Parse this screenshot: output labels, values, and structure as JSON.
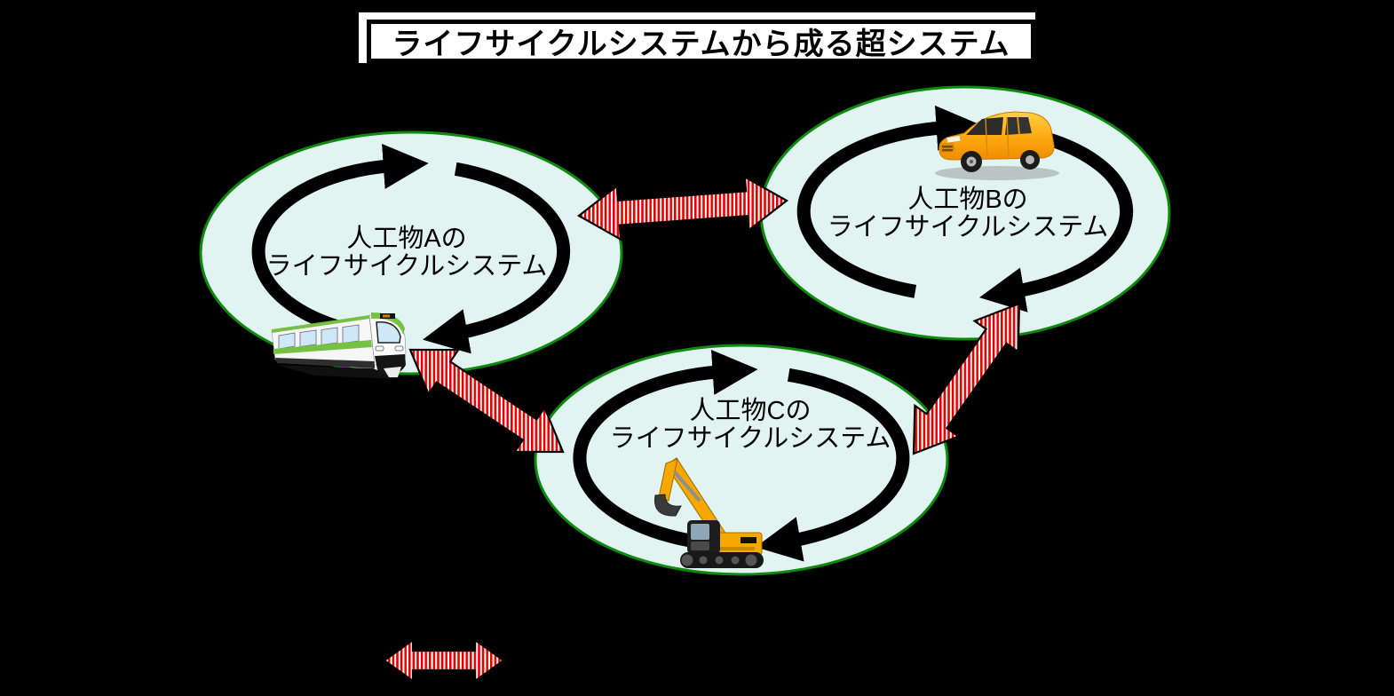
{
  "title": "ライフサイクルシステムから成る超システム",
  "systems": [
    {
      "id": "A",
      "label_line1": "人工物Aの",
      "label_line2": "ライフサイクルシステム",
      "vehicle": "train"
    },
    {
      "id": "B",
      "label_line1": "人工物Bの",
      "label_line2": "ライフサイクルシステム",
      "vehicle": "car"
    },
    {
      "id": "C",
      "label_line1": "人工物Cの",
      "label_line2": "ライフサイクルシステム",
      "vehicle": "excavator"
    }
  ],
  "connections": [
    {
      "from": "A",
      "to": "B",
      "type": "bidirectional-striped-arrow"
    },
    {
      "from": "A",
      "to": "C",
      "type": "bidirectional-striped-arrow"
    },
    {
      "from": "B",
      "to": "C",
      "type": "bidirectional-striped-arrow"
    }
  ],
  "legend": {
    "symbol": "bidirectional-striped-arrow"
  },
  "colors": {
    "background": "#000000",
    "ellipse_fill": "#e2f4f2",
    "ellipse_border": "#0c8a0c",
    "cycle_arrow": "#000000",
    "connector_stripe_red": "#e80000",
    "connector_stripe_white": "#ffffff",
    "title_background": "#ffffff",
    "title_text": "#000000",
    "label_text": "#000000"
  }
}
